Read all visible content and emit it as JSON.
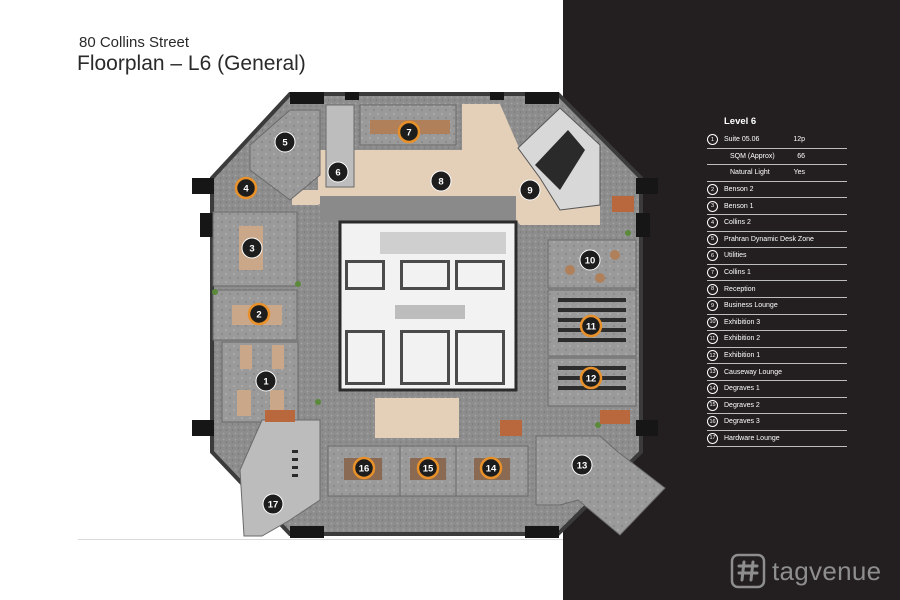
{
  "header": {
    "subtitle": "80 Collins Street",
    "title": "Floorplan – L6 (General)"
  },
  "legend": {
    "title": "Level 6",
    "items": [
      {
        "num": "1",
        "label": "Suite 05.06",
        "value": "12p"
      },
      {
        "num": "",
        "label": "SQM (Approx)",
        "value": "66"
      },
      {
        "num": "",
        "label": "Natural Light",
        "value": "Yes"
      },
      {
        "num": "2",
        "label": "Benson 2",
        "value": ""
      },
      {
        "num": "3",
        "label": "Benson 1",
        "value": ""
      },
      {
        "num": "4",
        "label": "Collins 2",
        "value": ""
      },
      {
        "num": "5",
        "label": "Prahran Dynamic Desk Zone",
        "value": ""
      },
      {
        "num": "6",
        "label": "Utilities",
        "value": ""
      },
      {
        "num": "7",
        "label": "Collins 1",
        "value": ""
      },
      {
        "num": "8",
        "label": "Reception",
        "value": ""
      },
      {
        "num": "9",
        "label": "Business Lounge",
        "value": ""
      },
      {
        "num": "10",
        "label": "Exhibition 3",
        "value": ""
      },
      {
        "num": "11",
        "label": "Exhibition 2",
        "value": ""
      },
      {
        "num": "12",
        "label": "Exhibition 1",
        "value": ""
      },
      {
        "num": "13",
        "label": "Causeway Lounge",
        "value": ""
      },
      {
        "num": "14",
        "label": "Degraves 1",
        "value": ""
      },
      {
        "num": "15",
        "label": "Degraves 2",
        "value": ""
      },
      {
        "num": "16",
        "label": "Degraves 3",
        "value": ""
      },
      {
        "num": "17",
        "label": "Hardware Lounge",
        "value": ""
      }
    ]
  },
  "markers": [
    {
      "num": "1",
      "style": "dark"
    },
    {
      "num": "2",
      "style": "orange"
    },
    {
      "num": "3",
      "style": "dark"
    },
    {
      "num": "4",
      "style": "orange"
    },
    {
      "num": "5",
      "style": "dark"
    },
    {
      "num": "6",
      "style": "dark"
    },
    {
      "num": "7",
      "style": "orange"
    },
    {
      "num": "8",
      "style": "dark"
    },
    {
      "num": "9",
      "style": "dark"
    },
    {
      "num": "10",
      "style": "dark"
    },
    {
      "num": "11",
      "style": "orange"
    },
    {
      "num": "12",
      "style": "orange"
    },
    {
      "num": "13",
      "style": "dark"
    },
    {
      "num": "14",
      "style": "orange"
    },
    {
      "num": "15",
      "style": "orange"
    },
    {
      "num": "16",
      "style": "orange"
    },
    {
      "num": "17",
      "style": "dark"
    }
  ],
  "brand": {
    "name": "tagvenue"
  },
  "colors": {
    "panel": "#231f20",
    "carpet": "#8f8f8f",
    "wood": "#e6d2bd",
    "orange_ring": "#e8912a",
    "marker": "#1d1d1d"
  }
}
